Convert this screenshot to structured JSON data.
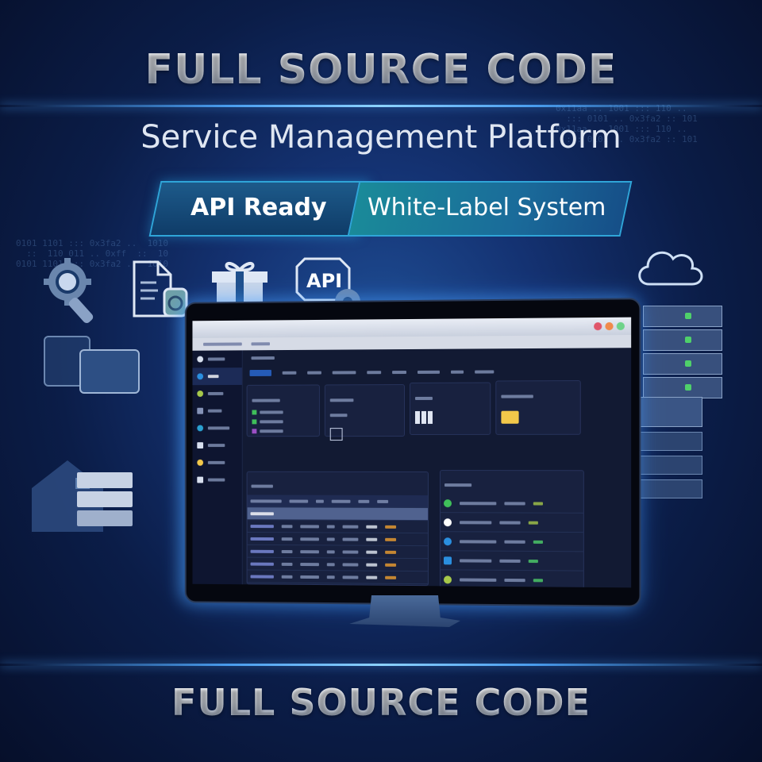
{
  "header": {
    "title": "FULL SOURCE CODE",
    "subtitle": "Service Management Platform"
  },
  "banner": {
    "left_label": "API Ready",
    "right_label": "White-Label System"
  },
  "feature_icons": [
    {
      "name": "search-gear-icon"
    },
    {
      "name": "document-badge-icon"
    },
    {
      "name": "gift-icon"
    },
    {
      "name": "api-gear-icon",
      "label": "API"
    }
  ],
  "decorations": {
    "right": [
      "cloud-icon",
      "server-rack-icon",
      "server-panels-icon"
    ],
    "left": [
      "list-card-icon",
      "form-card-icon",
      "house-icon",
      "server-stack-icon"
    ]
  },
  "dashboard": {
    "window_controls": [
      "#e0566a",
      "#f08a4b",
      "#6fd38a"
    ],
    "sidebar_items": 8,
    "nav_tabs": 9,
    "stat_cards": 4,
    "table_rows": 7,
    "right_list_items": 5,
    "accent_colors": {
      "green": "#3fbf5a",
      "purple": "#9b4fc4",
      "orange": "#f0a030",
      "blue": "#2a8fe0",
      "yellow": "#f2c84a"
    }
  },
  "footer": {
    "title": "FULL SOURCE CODE"
  }
}
